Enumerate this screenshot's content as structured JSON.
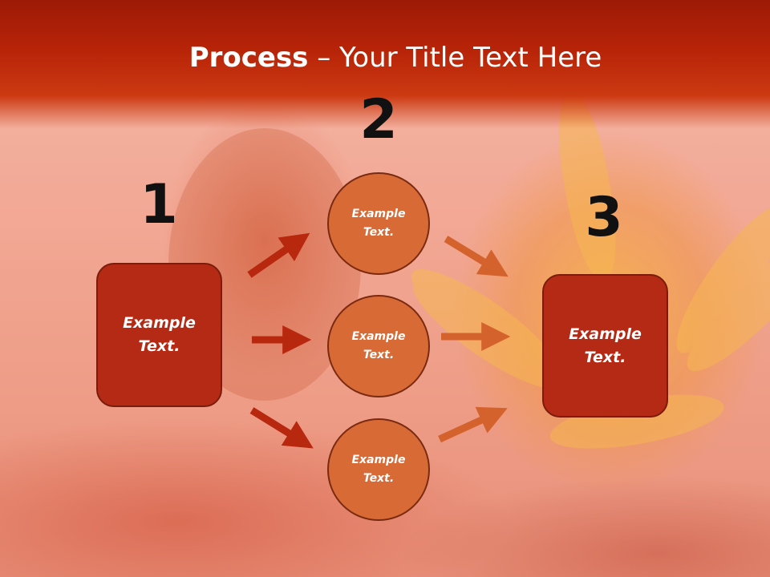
{
  "slide": {
    "title_bold": "Process",
    "title_rest": " – Your Title Text Here"
  },
  "steps": {
    "one": "1",
    "two": "2",
    "three": "3"
  },
  "left_box": {
    "line1": "Example",
    "line2": "Text."
  },
  "circles": [
    {
      "line1": "Example",
      "line2": "Text."
    },
    {
      "line1": "Example",
      "line2": "Text."
    },
    {
      "line1": "Example",
      "line2": "Text."
    }
  ],
  "right_box": {
    "line1": "Example",
    "line2": "Text."
  },
  "colors": {
    "header": "#b82408",
    "box_fill": "#b52a14",
    "circle_fill": "#d86a36",
    "arrow_dark": "#b8280e",
    "arrow_light": "#d4622c"
  }
}
